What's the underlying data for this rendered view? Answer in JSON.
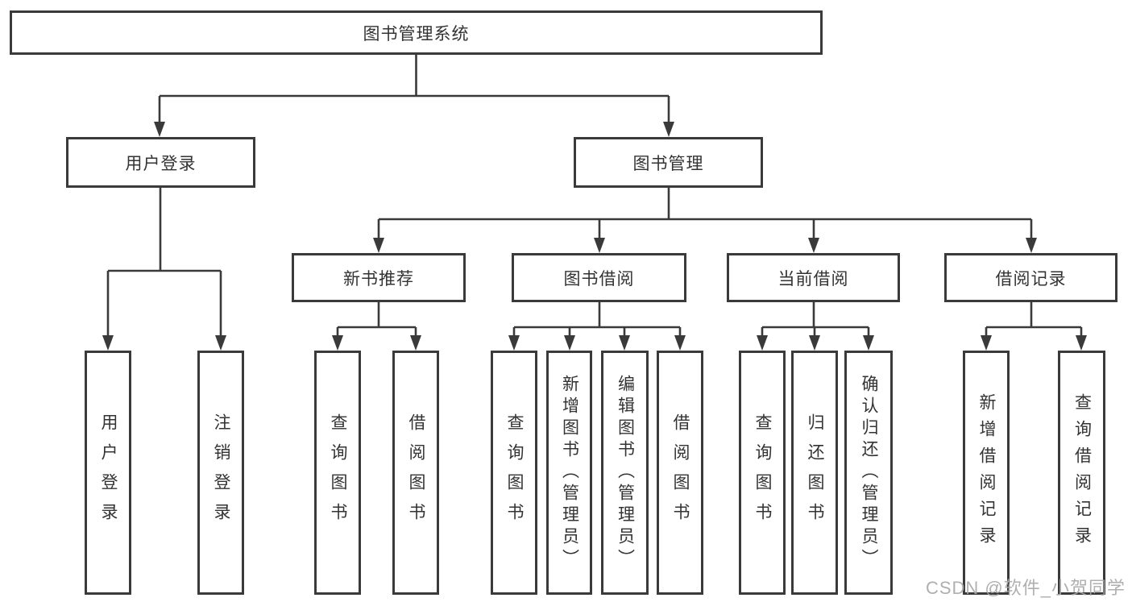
{
  "tree": {
    "label": "图书管理系统",
    "children": [
      {
        "label": "用户登录",
        "children": [
          {
            "label": "用户登录"
          },
          {
            "label": "注销登录"
          }
        ]
      },
      {
        "label": "图书管理",
        "children": [
          {
            "label": "新书推荐",
            "children": [
              {
                "label": "查询图书"
              },
              {
                "label": "借阅图书"
              }
            ]
          },
          {
            "label": "图书借阅",
            "children": [
              {
                "label": "查询图书"
              },
              {
                "label": "新增图书（管理员）"
              },
              {
                "label": "编辑图书（管理员）"
              },
              {
                "label": "借阅图书"
              }
            ]
          },
          {
            "label": "当前借阅",
            "children": [
              {
                "label": "查询图书"
              },
              {
                "label": "归还图书"
              },
              {
                "label": "确认归还（管理员）"
              }
            ]
          },
          {
            "label": "借阅记录",
            "children": [
              {
                "label": "新增借阅记录"
              },
              {
                "label": "查询借阅记录"
              }
            ]
          }
        ]
      }
    ]
  },
  "watermark": "CSDN @软件_小贺同学",
  "colors": {
    "line": "#3a3a3a",
    "text": "#333333",
    "box_background": "#ffffff",
    "page_background": "#ffffff",
    "watermark": "#a8a8a8"
  }
}
